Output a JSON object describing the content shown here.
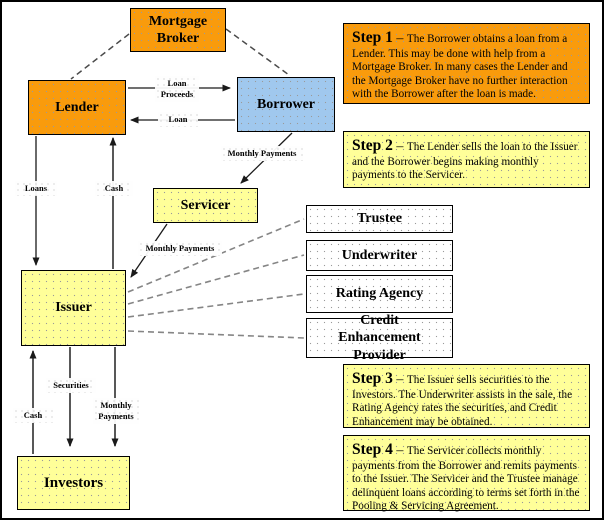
{
  "diagram_type": "flowchart",
  "nodes": {
    "mortgage_broker": "Mortgage Broker",
    "lender": "Lender",
    "borrower": "Borrower",
    "servicer": "Servicer",
    "trustee": "Trustee",
    "underwriter": "Underwriter",
    "rating_agency": "Rating Agency",
    "credit_enhancement_provider": "Credit Enhancement Provider",
    "issuer": "Issuer",
    "investors": "Investors"
  },
  "edge_labels": {
    "loan_proceeds": "Loan Proceeds",
    "loan": "Loan",
    "monthly_payments_top": "Monthly Payments",
    "loans": "Loans",
    "cash_top": "Cash",
    "monthly_payments_mid": "Monthly Payments",
    "securities": "Securities",
    "cash_bottom": "Cash",
    "monthly_payments_bottom": "Monthly Payments"
  },
  "steps": [
    {
      "title": "Step 1",
      "dash": " – ",
      "body": "The Borrower obtains a loan from a Lender.  This may be done with help from a Mortgage Broker.  In many cases the Lender and the Mortgage Broker have no further interaction with the Borrower after the loan is made."
    },
    {
      "title": "Step 2",
      "dash": " – ",
      "body": "The Lender sells the loan to the Issuer and the Borrower begins making monthly payments to the Servicer."
    },
    {
      "title": "Step 3",
      "dash": " – ",
      "body": "The Issuer sells securities to the Investors.  The Underwriter assists in the sale, the Rating Agency rates the securities, and Credit Enhancement may be obtained."
    },
    {
      "title": "Step 4",
      "dash": " – ",
      "body": "The Servicer collects monthly payments from the Borrower and remits payments to the Issuer.  The Servicer and the Trustee manage delinquent loans according to terms set forth in the Pooling & Servicing Agreement."
    }
  ],
  "colors": {
    "orange": "#F99B0C",
    "blue": "#A0C8EE",
    "yellow": "#FFFF99",
    "white_box": "#FFFFFF",
    "box_border": "#000000",
    "broker_dashed_line": "#4A4A4A",
    "fan_dashed_line": "#858585",
    "arrow": "#1A1A1A"
  }
}
